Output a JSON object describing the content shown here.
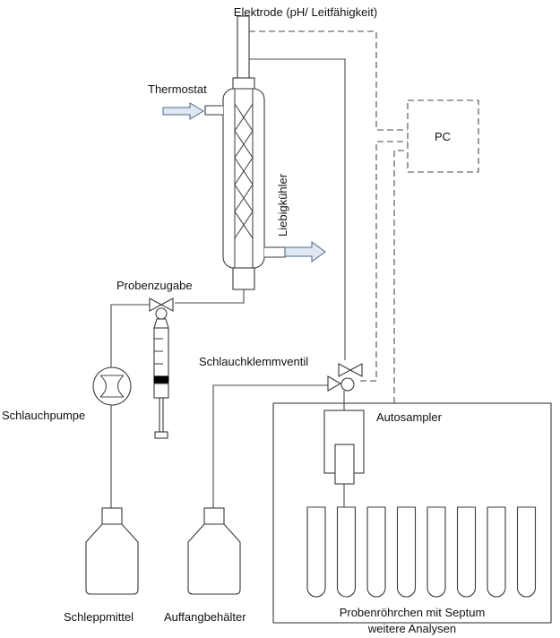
{
  "labels": {
    "electrode": "Elektrode (pH/ Leitfähigkeit)",
    "thermostat": "Thermostat",
    "condenser": "Liebigkühler",
    "pc": "PC",
    "sample_addition": "Probenzugabe",
    "pinch_valve": "Schlauchklemmventil",
    "pump": "Schlauchpumpe",
    "autosampler": "Autosampler",
    "entrainer": "Schleppmittel",
    "collection_vessel": "Auffangbehälter",
    "tubes_line1": "Probenröhrchen mit Septum",
    "tubes_line2": "weitere Analysen"
  },
  "sample_tube_count": 8,
  "colors": {
    "line": "#4a4a4a",
    "flow_arrow_fill": "#dfe7f2",
    "flow_arrow_stroke": "#4a6a8a"
  }
}
